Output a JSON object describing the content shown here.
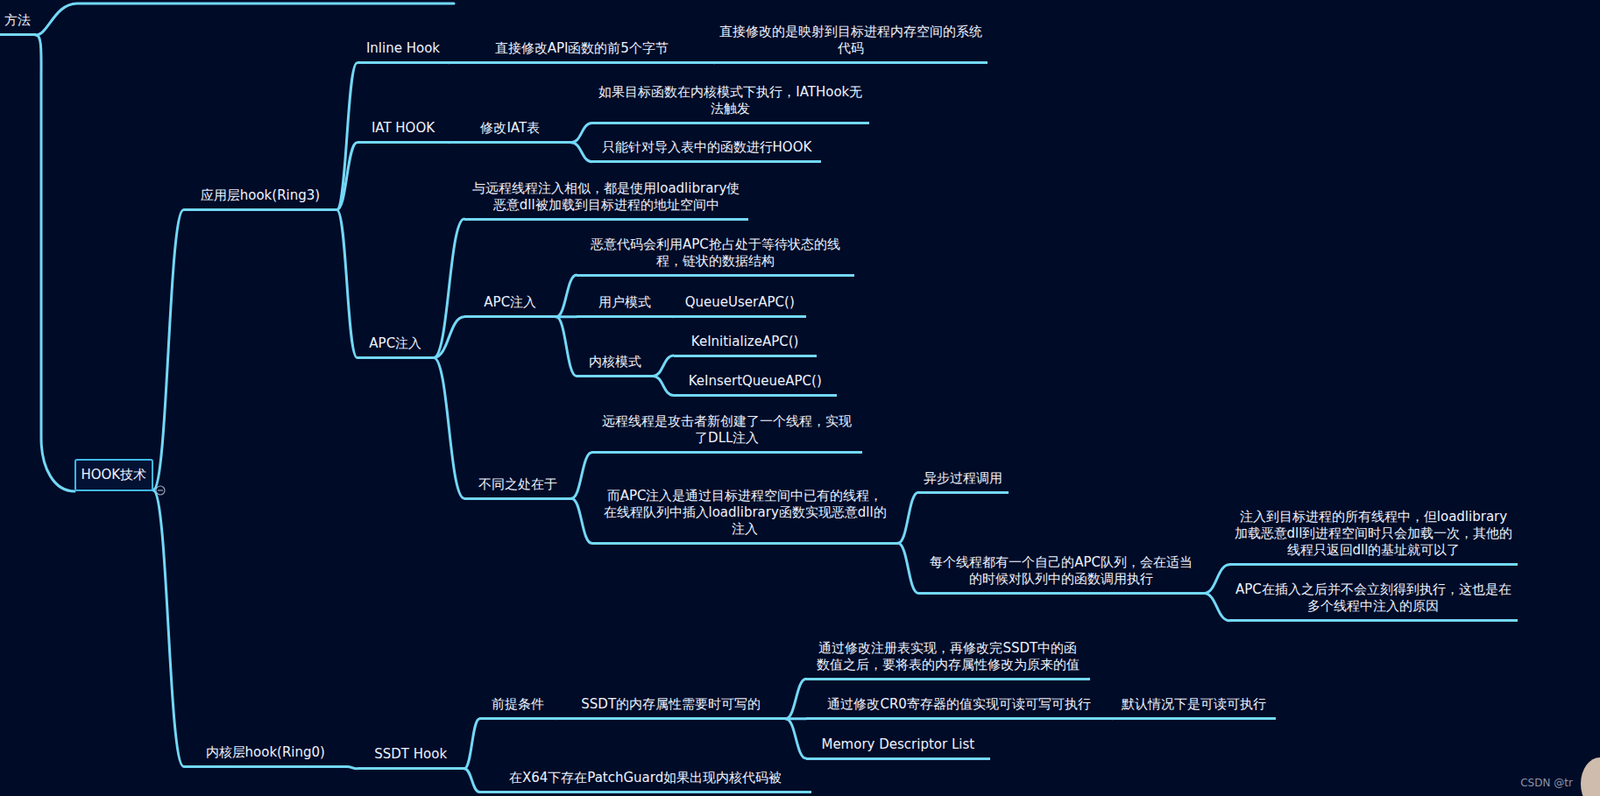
{
  "diagram": {
    "nodes": [
      {
        "text": [
          "方法"
        ]
      },
      {
        "text": [
          "HOOK技术"
        ]
      },
      {
        "text": [
          "应用层hook(Ring3)"
        ]
      },
      {
        "text": [
          "Inline Hook"
        ]
      },
      {
        "text": [
          "直接修改API函数的前5个字节"
        ]
      },
      {
        "text": [
          "直接修改的是映射到目标进程内存空间的系统代码"
        ]
      },
      {
        "text": [
          "IAT HOOK"
        ]
      },
      {
        "text": [
          "修改IAT表"
        ]
      },
      {
        "text": [
          "如果目标函数在内核模式下执行，IATHook无法触发"
        ]
      },
      {
        "text": [
          "只能针对导入表中的函数进行HOOK"
        ]
      },
      {
        "text": [
          "APC注入"
        ]
      },
      {
        "text": [
          "与远程线程注入相似，都是使用loadlibrary使恶意dll被加载到目标进程的地址空间中"
        ]
      },
      {
        "text": [
          "APC注入"
        ]
      },
      {
        "text": [
          "恶意代码会利用APC抢占处于等待状态的线程，链状的数据结构"
        ]
      },
      {
        "text": [
          "用户模式"
        ]
      },
      {
        "text": [
          "QueueUserAPC()"
        ]
      },
      {
        "text": [
          "内核模式"
        ]
      },
      {
        "text": [
          "KeInitializeAPC()"
        ]
      },
      {
        "text": [
          "KeInsertQueueAPC()"
        ]
      },
      {
        "text": [
          "不同之处在于"
        ]
      },
      {
        "text": [
          "远程线程是攻击者新创建了一个线程，实现了DLL注入"
        ]
      },
      {
        "text": [
          "而APC注入是通过目标进程空间中已有的线程，在线程队列中插入loadlibrary函数实现恶意dll的注入"
        ]
      },
      {
        "text": [
          "异步过程调用"
        ]
      },
      {
        "text": [
          "每个线程都有一个自己的APC队列，会在适当的时候对队列中的函数调用执行"
        ]
      },
      {
        "text": [
          "注入到目标进程的所有线程中，但loadlibrary加载恶意dll到进程空间时只会加载一次，其他的线程只返回dll的基址就可以了"
        ]
      },
      {
        "text": [
          "APC在插入之后并不会立刻得到执行，这也是在多个线程中注入的原因"
        ]
      },
      {
        "text": [
          "内核层hook(Ring0)"
        ]
      },
      {
        "text": [
          "SSDT Hook"
        ]
      },
      {
        "text": [
          "前提条件"
        ]
      },
      {
        "text": [
          "SSDT的内存属性需要时可写的"
        ]
      },
      {
        "text": [
          "通过修改注册表实现，再修改完SSDT中的函数值之后，要将表的内存属性修改为原来的值"
        ]
      },
      {
        "text": [
          "通过修改CR0寄存器的值实现可读可写可执行"
        ]
      },
      {
        "text": [
          "默认情况下是可读可执行"
        ]
      },
      {
        "text": [
          "Memory Descriptor List"
        ]
      },
      {
        "text": [
          "在X64下存在PatchGuard如果出现内核代码被"
        ]
      }
    ],
    "edges": [
      {
        "from": 1,
        "to": 2,
        "arrow": "none"
      },
      {
        "from": 1,
        "to": 26,
        "arrow": "none"
      },
      {
        "from": 2,
        "to": 3,
        "arrow": "none"
      },
      {
        "from": 3,
        "to": 4,
        "arrow": "none"
      },
      {
        "from": 4,
        "to": 5,
        "arrow": "none"
      },
      {
        "from": 2,
        "to": 6,
        "arrow": "none"
      },
      {
        "from": 6,
        "to": 7,
        "arrow": "none"
      },
      {
        "from": 7,
        "to": 8,
        "arrow": "none"
      },
      {
        "from": 7,
        "to": 9,
        "arrow": "none"
      },
      {
        "from": 2,
        "to": 10,
        "arrow": "none"
      },
      {
        "from": 10,
        "to": 11,
        "arrow": "none"
      },
      {
        "from": 10,
        "to": 12,
        "arrow": "none"
      },
      {
        "from": 12,
        "to": 13,
        "arrow": "none"
      },
      {
        "from": 12,
        "to": 14,
        "arrow": "none"
      },
      {
        "from": 14,
        "to": 15,
        "arrow": "none"
      },
      {
        "from": 12,
        "to": 16,
        "arrow": "none"
      },
      {
        "from": 16,
        "to": 17,
        "arrow": "none"
      },
      {
        "from": 16,
        "to": 18,
        "arrow": "none"
      },
      {
        "from": 10,
        "to": 19,
        "arrow": "none"
      },
      {
        "from": 19,
        "to": 20,
        "arrow": "none"
      },
      {
        "from": 19,
        "to": 21,
        "arrow": "none"
      },
      {
        "from": 21,
        "to": 22,
        "arrow": "none"
      },
      {
        "from": 21,
        "to": 23,
        "arrow": "none"
      },
      {
        "from": 23,
        "to": 24,
        "arrow": "none"
      },
      {
        "from": 23,
        "to": 25,
        "arrow": "none"
      },
      {
        "from": 26,
        "to": 27,
        "arrow": "none"
      },
      {
        "from": 27,
        "to": 28,
        "arrow": "none"
      },
      {
        "from": 28,
        "to": 29,
        "arrow": "none"
      },
      {
        "from": 29,
        "to": 30,
        "arrow": "none"
      },
      {
        "from": 29,
        "to": 31,
        "arrow": "none"
      },
      {
        "from": 31,
        "to": 32,
        "arrow": "none"
      },
      {
        "from": 29,
        "to": 33,
        "arrow": "none"
      },
      {
        "from": 27,
        "to": 34,
        "arrow": "none"
      }
    ],
    "labels": [
      "CSDN @tr"
    ]
  }
}
